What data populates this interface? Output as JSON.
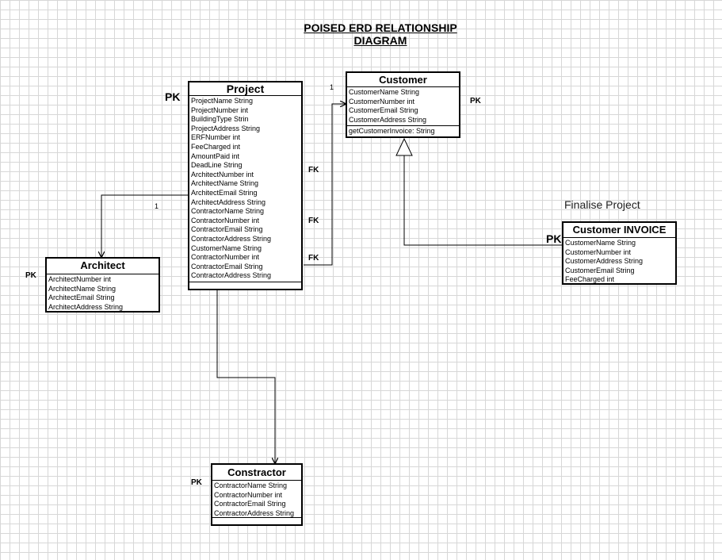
{
  "title_line1": "POISED ERD RELATIONSHIP",
  "title_line2": "DIAGRAM",
  "project": {
    "name": "Project",
    "attributes": [
      "ProjectName String",
      "ProjectNumber int",
      "BuildingType Strin",
      "ProjectAddress String",
      "ERFNumber int",
      "FeeCharged int",
      "AmountPaid int",
      "DeadLine String",
      "ArchitectNumber int",
      "ArchitectName String",
      "ArchitectEmail String",
      "ArchitectAddress String",
      "ContractorName String",
      "ContractorNumber int",
      "ContractorEmail String",
      "ContractorAddress String",
      "CustomerName String",
      "ContractorNumber int",
      "ContractorEmail String",
      "ContractorAddress String"
    ]
  },
  "customer": {
    "name": "Customer",
    "attributes": [
      "CustomerName String",
      "CustomerNumber int",
      "CustomerEmail String",
      "CustomerAddress String"
    ],
    "operations": [
      "getCustomerInvoice: String"
    ]
  },
  "architect": {
    "name": "Architect",
    "attributes": [
      "ArchitectNumber int",
      "ArchitectName String",
      "ArchitectEmail String",
      "ArchitectAddress String"
    ]
  },
  "contractor": {
    "name": "Constractor",
    "attributes": [
      "ContractorName String",
      "ContractorNumber int",
      "ContractorEmail String",
      "ContractorAddress String"
    ]
  },
  "invoice": {
    "name": "Customer INVOICE",
    "attributes": [
      "CustomerName String",
      "CustomerNumber int",
      "CustomerAddress String",
      "CustomerEmail String",
      "FeeCharged int"
    ]
  },
  "labels": {
    "pk": "PK",
    "fk": "FK",
    "one": "1",
    "finalise": "Finalise Project"
  }
}
